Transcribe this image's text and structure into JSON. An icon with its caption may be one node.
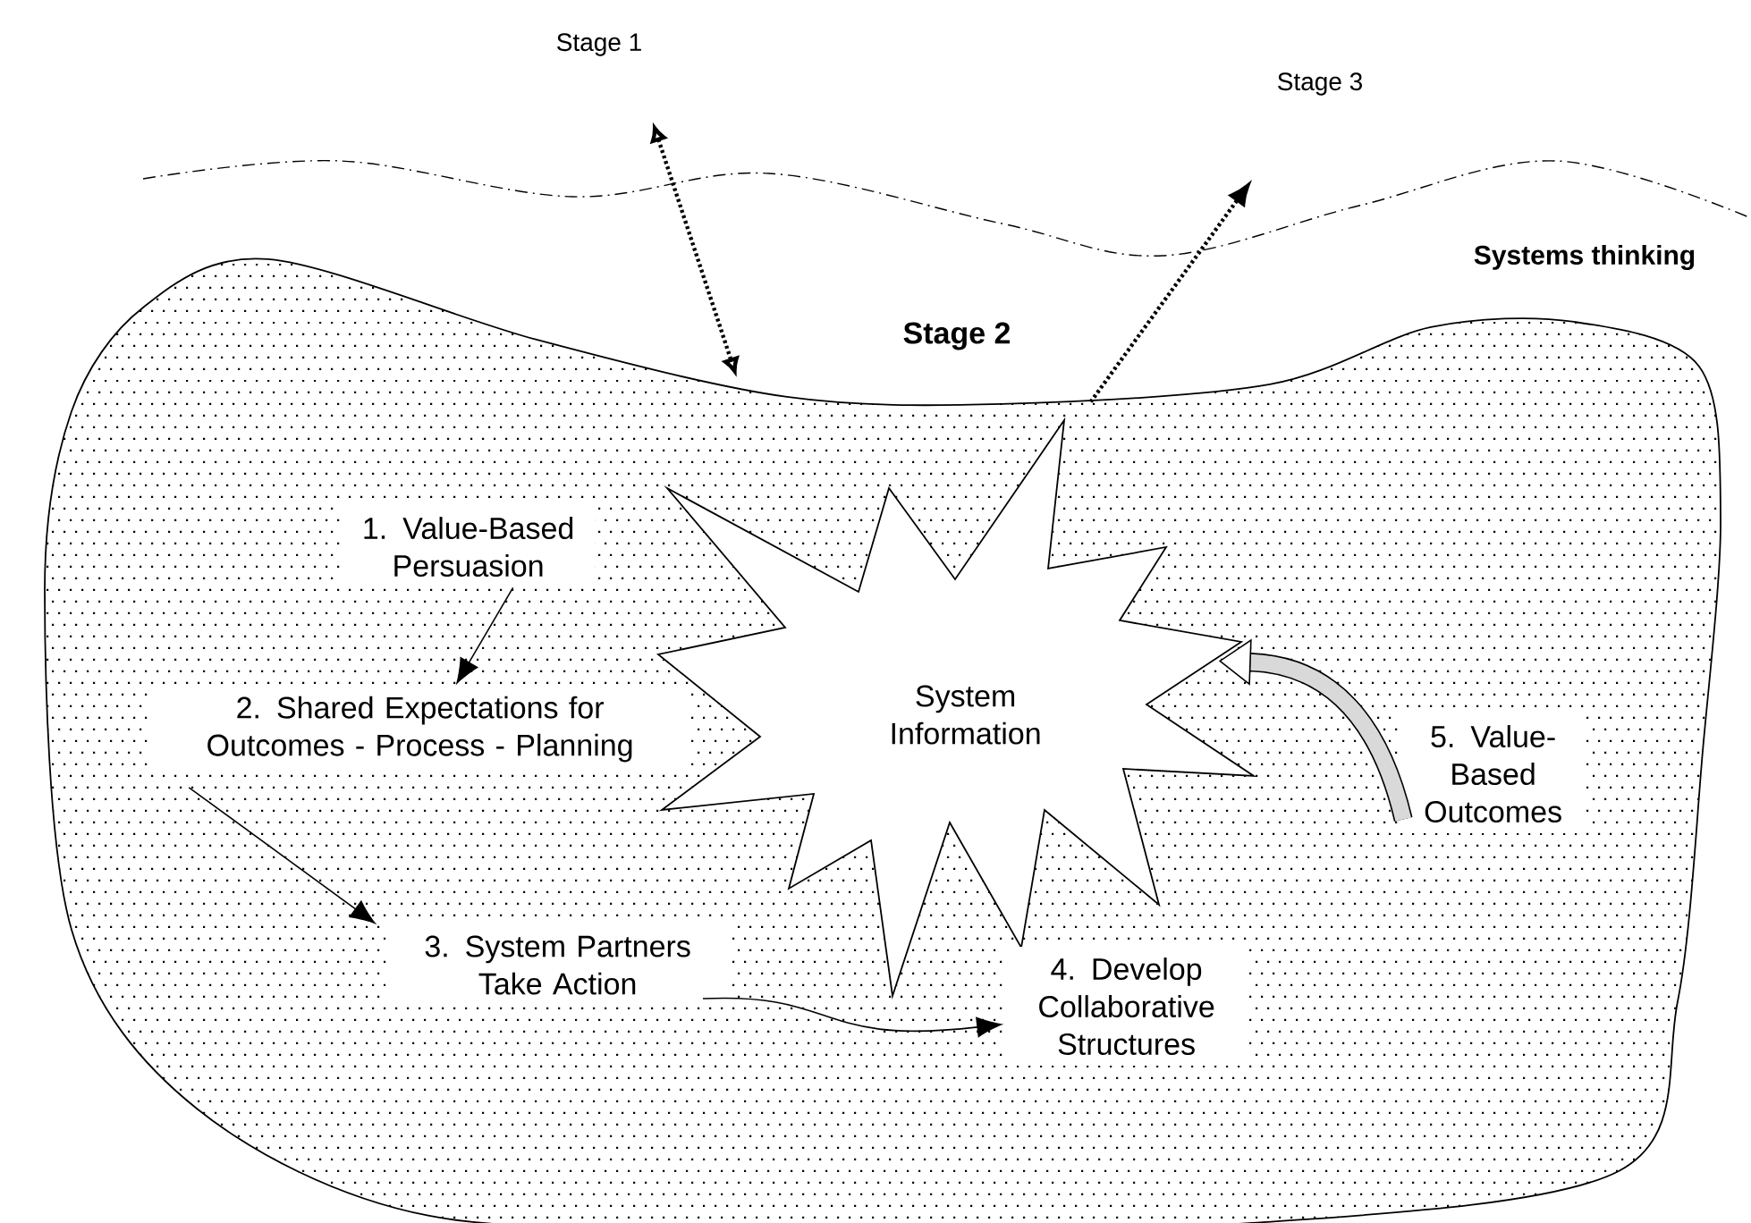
{
  "diagram": {
    "nodes": [
      {
        "text": [
          "Stage 1"
        ]
      },
      {
        "text": [
          "Stage 3"
        ]
      },
      {
        "text": [
          "Stage 2"
        ]
      },
      {
        "text": [
          "1. Value-Based Persuasion"
        ],
        "in": 2
      },
      {
        "text": [
          "2. Shared Expectations for Outcomes - Process - Planning"
        ],
        "in": 2
      },
      {
        "text": [
          "System Information"
        ],
        "in": 2
      },
      {
        "text": [
          "3. System Partners Take Action"
        ],
        "in": 2
      },
      {
        "text": [
          "4. Develop Collaborative Structures"
        ],
        "in": 2
      },
      {
        "text": [
          "5. Value-Based Outcomes"
        ],
        "in": 2
      }
    ],
    "edges": [
      {
        "from": 0,
        "to": 2,
        "arrow": "both",
        "style": "dashed"
      },
      {
        "from": 2,
        "to": 1,
        "arrow": "to",
        "style": "dashed"
      },
      {
        "from": 3,
        "to": 4,
        "arrow": "to"
      },
      {
        "from": 4,
        "to": 6,
        "arrow": "to"
      },
      {
        "from": 6,
        "to": 7,
        "arrow": "to"
      },
      {
        "from": 8,
        "to": 5,
        "arrow": "to",
        "style": "thick"
      }
    ],
    "labels": [
      "Systems thinking"
    ]
  }
}
